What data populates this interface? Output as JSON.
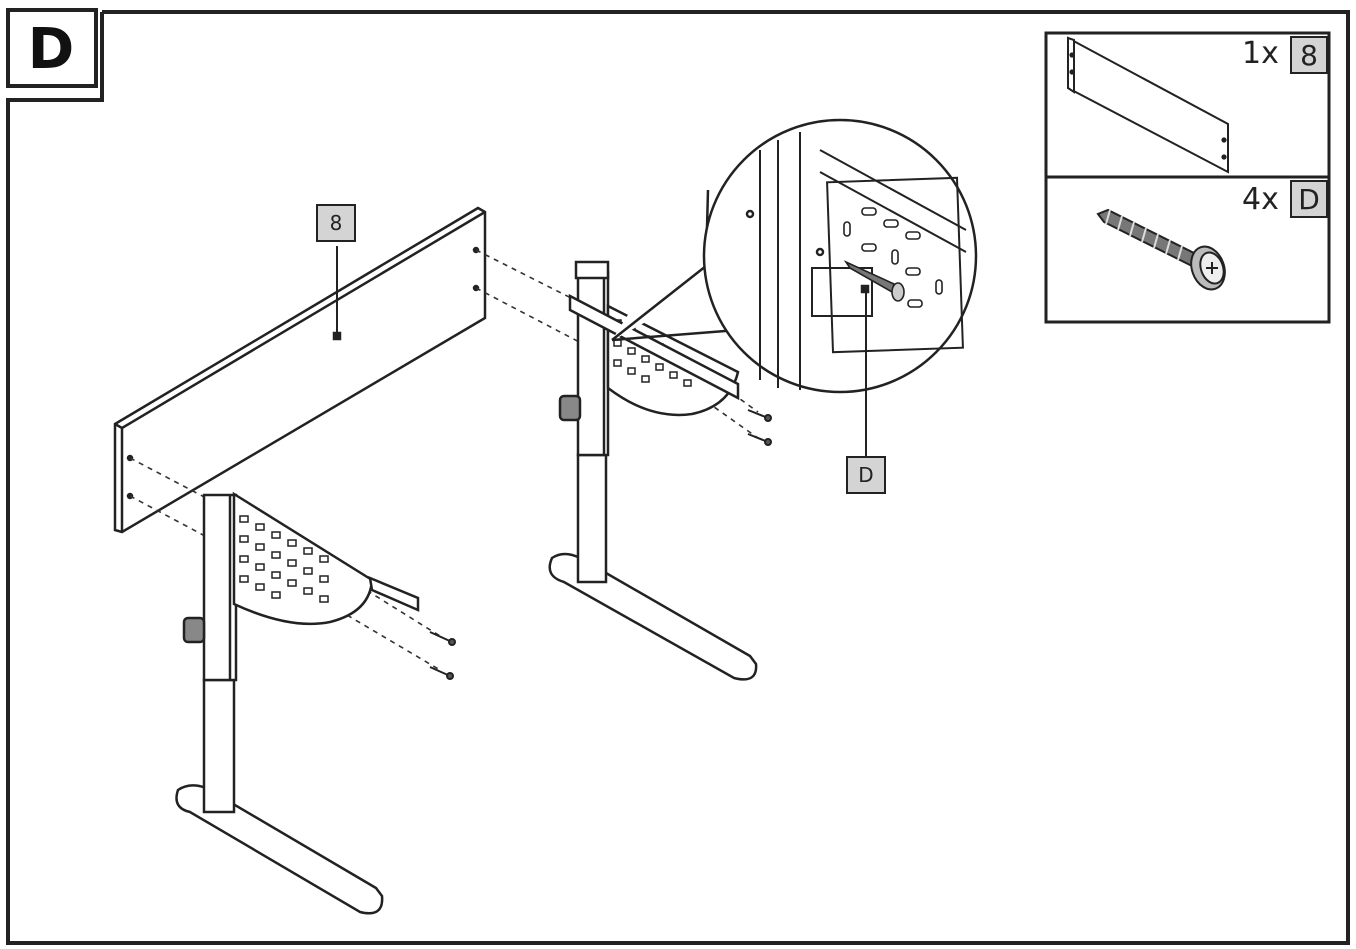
{
  "step": {
    "letter": "D"
  },
  "callouts": {
    "panel": "8",
    "screw": "D"
  },
  "parts_list": [
    {
      "quantity": "1x",
      "part_id": "8",
      "description_icon": "panel-icon"
    },
    {
      "quantity": "4x",
      "part_id": "D",
      "description_icon": "screw-icon"
    }
  ]
}
